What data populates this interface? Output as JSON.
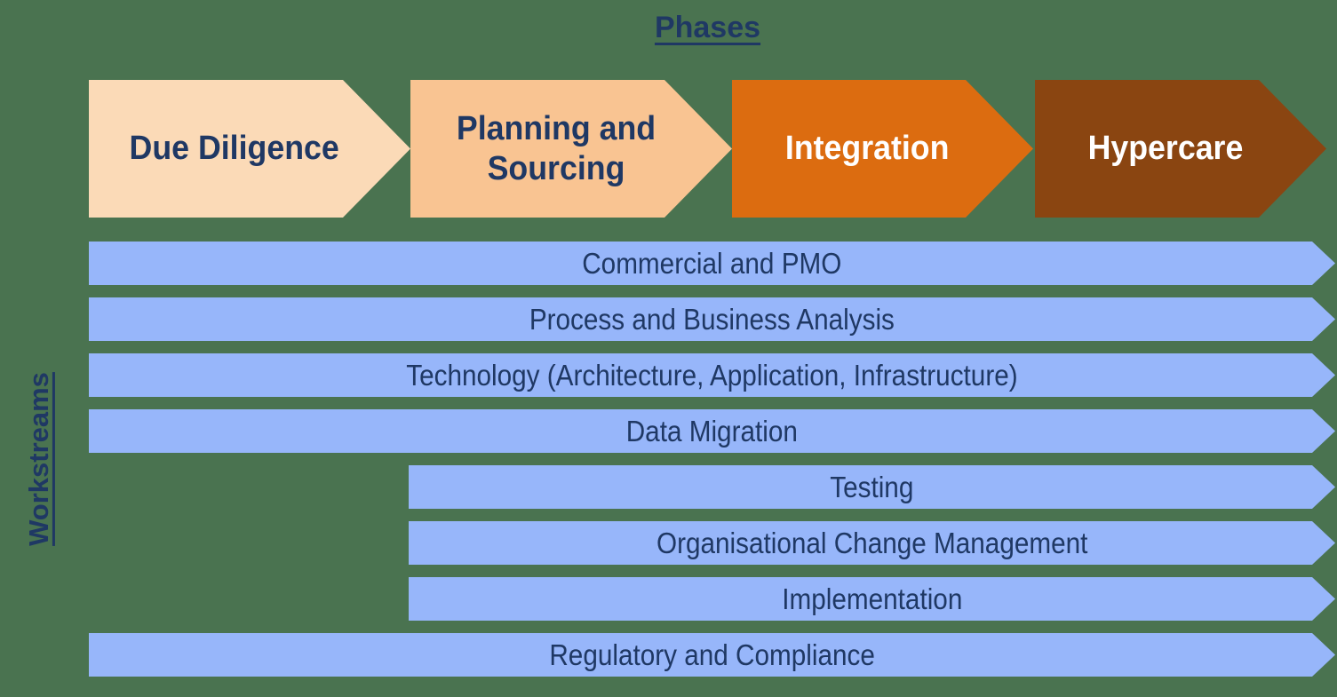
{
  "title": "Phases",
  "side_label": "Workstreams",
  "phases": [
    "Due Diligence",
    "Planning and Sourcing",
    "Integration",
    "Hypercare"
  ],
  "workstreams": [
    "Commercial and PMO",
    "Process and Business Analysis",
    "Technology (Architecture, Application, Infrastructure)",
    "Data Migration",
    "Testing",
    "Organisational Change Management",
    "Implementation",
    "Regulatory and Compliance"
  ],
  "colors": {
    "background": "#4A7350",
    "phase_fills": [
      "#FBDAB7",
      "#F9C492",
      "#DC6C10",
      "#8A4511"
    ],
    "workstream_fill": "#97B6FA",
    "text_dark": "#1F3864",
    "text_light": "#FFFFFF"
  }
}
